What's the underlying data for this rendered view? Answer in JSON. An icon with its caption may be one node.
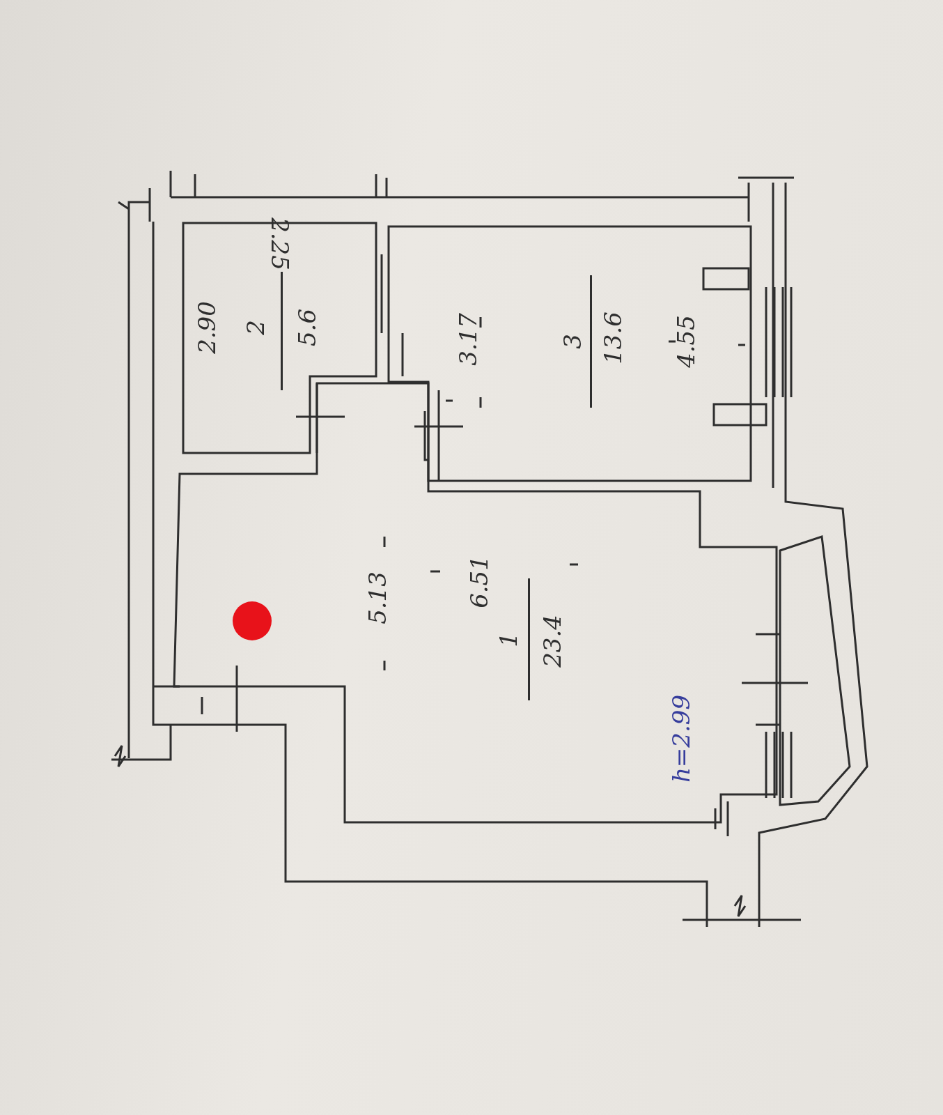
{
  "diagram": {
    "nodes": [
      {
        "text": [
          "2",
          "5.6"
        ]
      },
      {
        "text": [
          "3",
          "13.6"
        ]
      },
      {
        "text": [
          "1",
          "23.4"
        ]
      }
    ],
    "edges": [],
    "labels": [
      "2.25",
      "2.90",
      "3.17",
      "4.55",
      "5.13",
      "6.51",
      "h=2.99"
    ]
  }
}
